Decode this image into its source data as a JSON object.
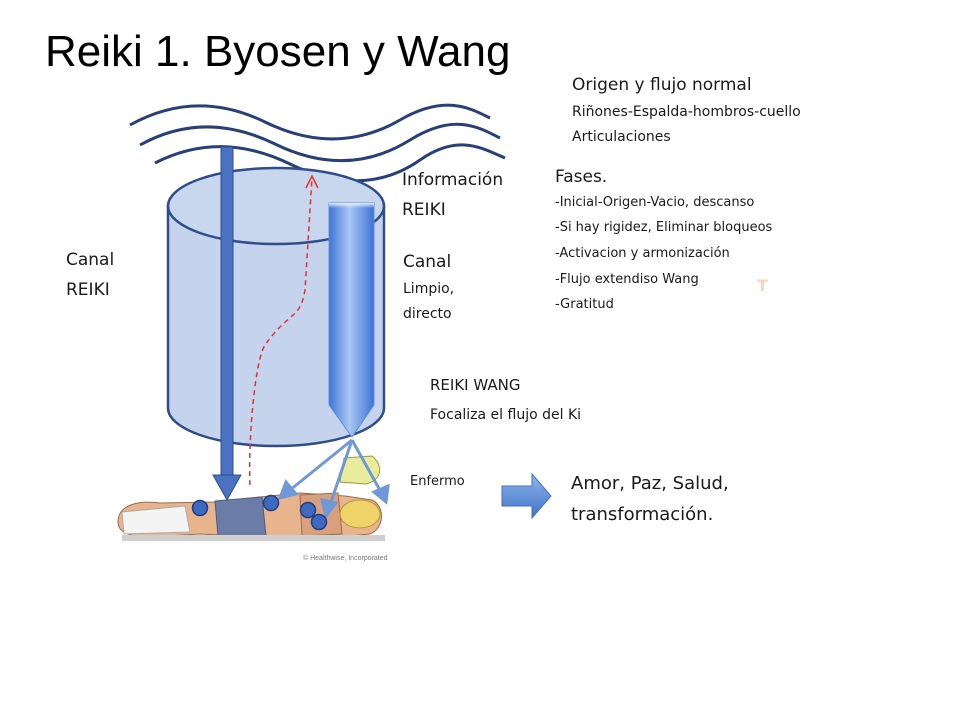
{
  "slide": {
    "title": "Reiki 1. Byosen y Wang",
    "labels": {
      "canal_left_1": "Canal",
      "canal_left_2": "REIKI",
      "informacion_1": "Información",
      "informacion_2": "REIKI",
      "canal_right": "Canal",
      "canal_right_sub_1": "Limpio,",
      "canal_right_sub_2": "directo",
      "reiki_wang": "REIKI WANG",
      "reiki_wang_sub": "Focaliza el flujo del Ki",
      "enfermo": "Enfermo",
      "copyright": "© Healthwise, Incorporated",
      "faint_mark": "T"
    },
    "origen": {
      "heading": "Origen y flujo normal",
      "lines": [
        "Riñones-Espalda-hombros-cuello",
        "Articulaciones"
      ]
    },
    "fases": {
      "heading": "Fases.",
      "items": [
        "-Inicial-Origen-Vacio, descanso",
        "-Si hay rigidez, Eliminar bloqueos",
        "-Activacion y armonización",
        "-Flujo extendiso Wang",
        "-Gratitud"
      ]
    },
    "resultado": {
      "line_1": "Amor, Paz, Salud,",
      "line_2": "transformación."
    },
    "colors": {
      "cylinder_fill": "#c5d4ec",
      "cylinder_stroke": "#2f4d8a",
      "channel_arrow": "#4a72c0",
      "wang_arrow": "#5b8fe0",
      "flow_dashed": "#e0322c",
      "dot_fill": "#3d6ac0",
      "result_arrow": "#4f86d6",
      "cone_fill": "#e9ec9a"
    }
  }
}
